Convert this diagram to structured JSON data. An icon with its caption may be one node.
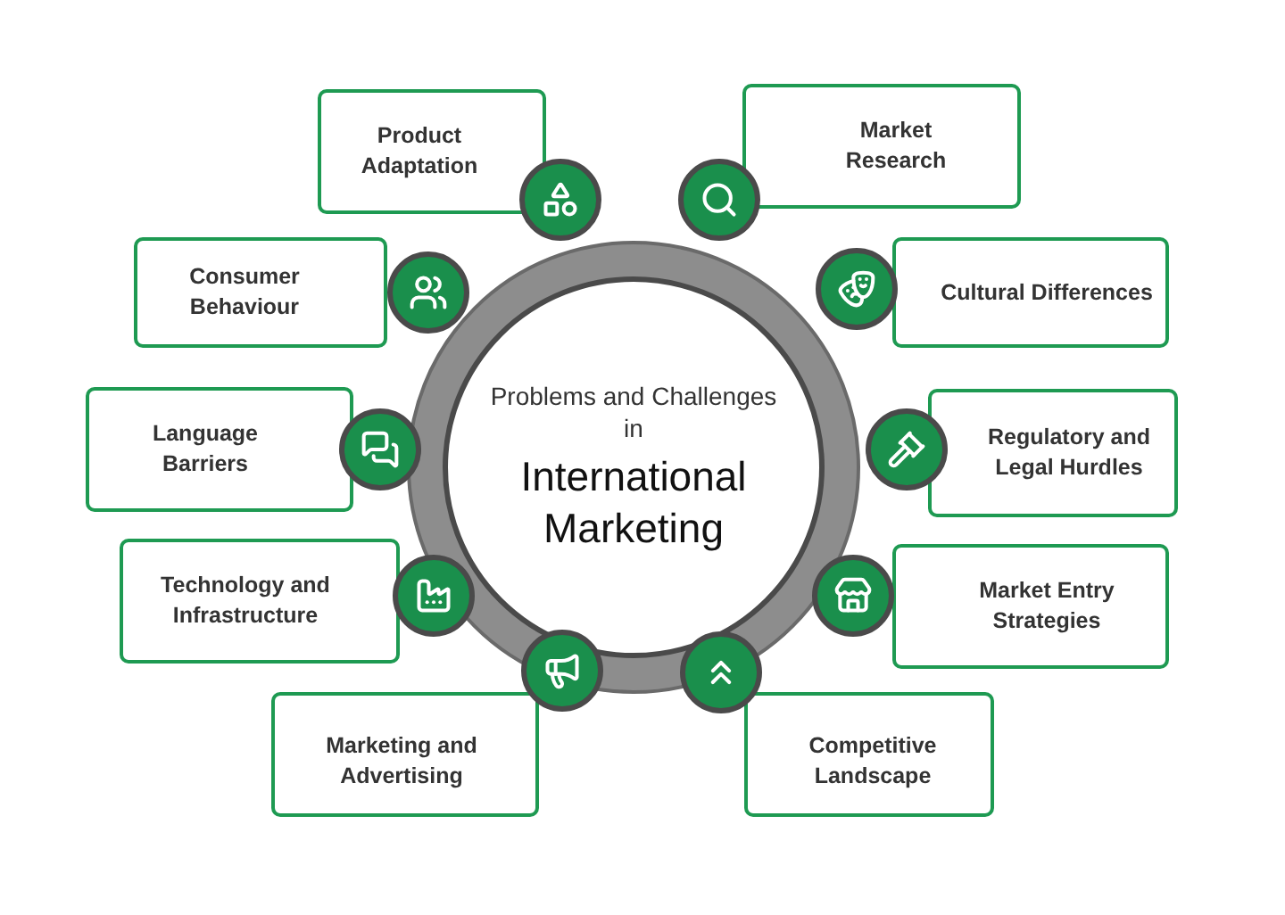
{
  "diagram": {
    "nodes": [
      {
        "text": [
          "Problems and Challenges in",
          "International Marketing"
        ]
      },
      {
        "text": [
          "Product Adaptation"
        ]
      },
      {
        "text": [
          "Consumer Behaviour"
        ]
      },
      {
        "text": [
          "Language Barriers"
        ]
      },
      {
        "text": [
          "Technology and Infrastructure"
        ]
      },
      {
        "text": [
          "Marketing and Advertising"
        ]
      },
      {
        "text": [
          "Market Research"
        ]
      },
      {
        "text": [
          "Cultural Differences"
        ]
      },
      {
        "text": [
          "Regulatory and Legal Hurdles"
        ]
      },
      {
        "text": [
          "Market Entry Strategies"
        ]
      },
      {
        "text": [
          "Competitive Landscape"
        ]
      }
    ]
  }
}
